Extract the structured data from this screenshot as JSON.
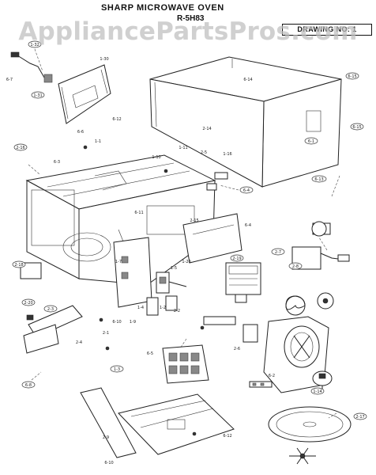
{
  "header": {
    "title": "SHARP  MICROWAVE OVEN",
    "model": "R-5H83",
    "drawing_no": "DRAWING NO: 1"
  },
  "watermark": "AppliancePartsPros.com",
  "callouts": [
    "1-32",
    "6-7",
    "1-31",
    "1-30",
    "6-14",
    "6-15",
    "6-12",
    "2-14",
    "6-1",
    "6-15",
    "6-13",
    "2-16",
    "6-3",
    "1-1",
    "6-6",
    "1-10",
    "1-11",
    "2-5",
    "1-16",
    "6-4",
    "6-11",
    "6-4",
    "2-15",
    "1-7",
    "2-7",
    "1-5",
    "1-20",
    "2-8",
    "2-19",
    "2-18",
    "2-2",
    "1-2",
    "1-4",
    "2-3",
    "6-10",
    "1-9",
    "2-1",
    "2-6",
    "6-5",
    "2-4",
    "1-3",
    "6-8",
    "1-14",
    "6-2",
    "2-17",
    "6-12",
    "2-9",
    "6-10",
    "2-20"
  ]
}
